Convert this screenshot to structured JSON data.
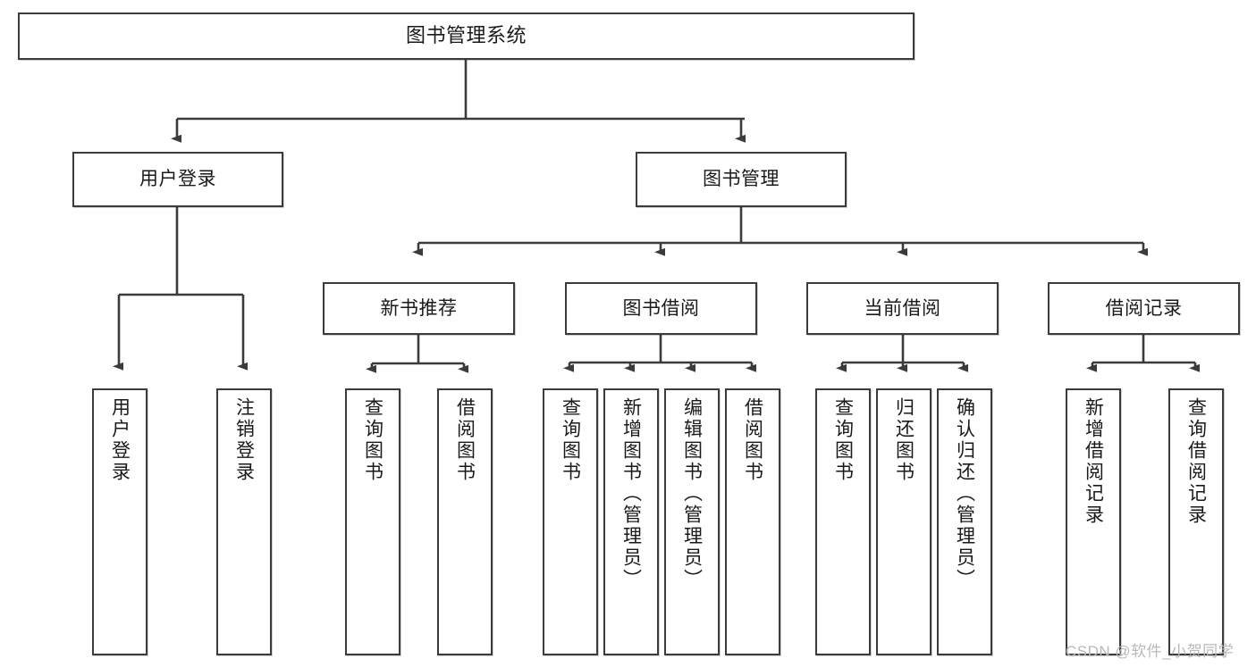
{
  "diagram": {
    "title": "图书管理系统",
    "background_color": "#ffffff",
    "line_color": "#3b3b3b",
    "box_border_color": "#3b3b3b",
    "text_color": "#1a1a1a"
  },
  "root": {
    "label": "图书管理系统"
  },
  "level2": [
    {
      "label": "用户登录"
    },
    {
      "label": "图书管理"
    }
  ],
  "level3": [
    {
      "label": "新书推荐"
    },
    {
      "label": "图书借阅"
    },
    {
      "label": "当前借阅"
    },
    {
      "label": "借阅记录"
    }
  ],
  "leaves": {
    "user_login": [
      {
        "label": "用户登录"
      },
      {
        "label": "注销登录"
      }
    ],
    "new_book": [
      {
        "label": "查询图书"
      },
      {
        "label": "借阅图书"
      }
    ],
    "book_borrow": [
      {
        "label": "查询图书"
      },
      {
        "label": "新增图书（管理员）"
      },
      {
        "label": "编辑图书（管理员）"
      },
      {
        "label": "借阅图书"
      }
    ],
    "current_borrow": [
      {
        "label": "查询图书"
      },
      {
        "label": "归还图书"
      },
      {
        "label": "确认归还（管理员）"
      }
    ],
    "borrow_record": [
      {
        "label": "新增借阅记录"
      },
      {
        "label": "查询借阅记录"
      }
    ]
  },
  "watermark": {
    "text": "CSDN @软件_小贺同学"
  }
}
